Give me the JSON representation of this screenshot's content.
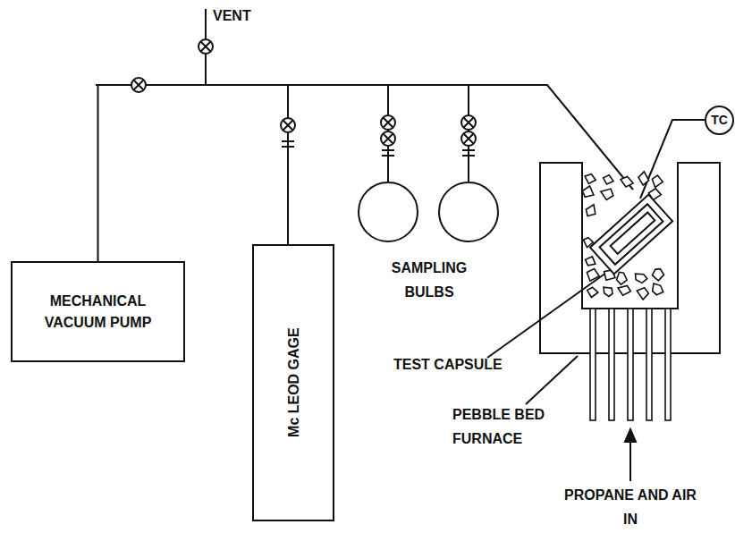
{
  "diagram": {
    "nodes": [
      {
        "text": [
          "MECHANICAL VACUUM PUMP"
        ]
      },
      {
        "text": [
          "Mc LEOD GAGE"
        ]
      },
      {
        "text": [
          "TC"
        ]
      }
    ],
    "edges": [
      {
        "from": 0,
        "to": 1,
        "arrow": "none"
      }
    ],
    "labels": [
      "VENT",
      "SAMPLING BULBS",
      "TEST CAPSULE",
      "PEBBLE BED FURNACE",
      "PROPANE AND AIR IN"
    ]
  }
}
